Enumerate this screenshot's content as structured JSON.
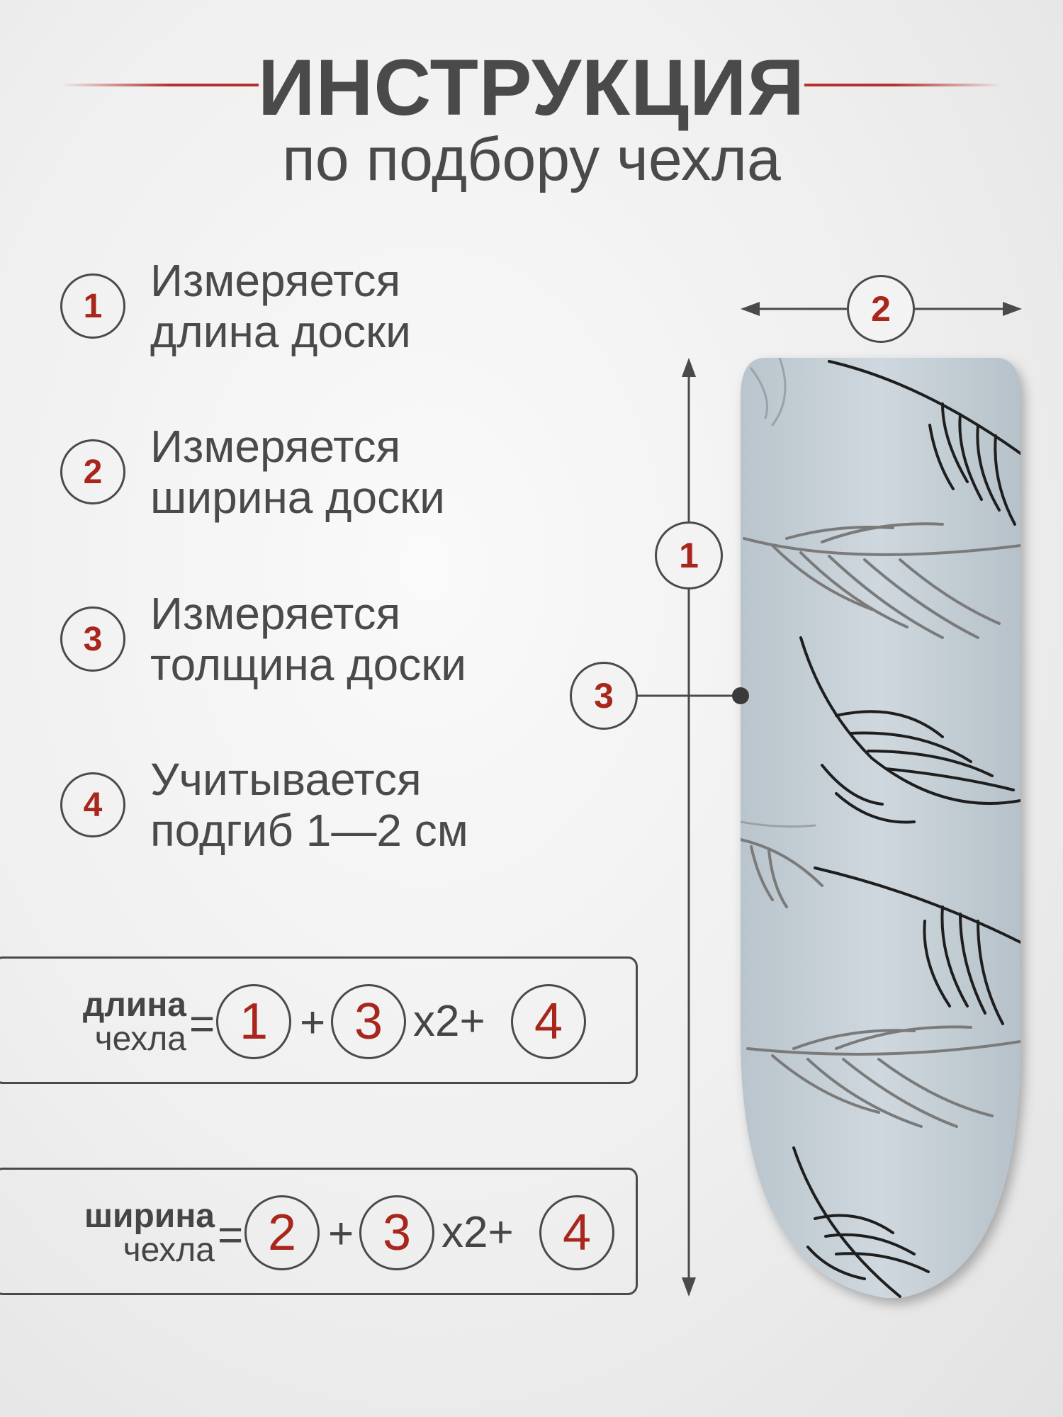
{
  "header": {
    "title": "ИНСТРУКЦИЯ",
    "subtitle": "по подбору чехла"
  },
  "steps": [
    {
      "num": "1",
      "line1": "Измеряется",
      "line2": "длина доски"
    },
    {
      "num": "2",
      "line1": "Измеряется",
      "line2": "ширина доски"
    },
    {
      "num": "3",
      "line1": "Измеряется",
      "line2": "толщина доски"
    },
    {
      "num": "4",
      "line1": "Учитывается",
      "line2": "подгиб 1—2 см"
    }
  ],
  "formulas": {
    "length": {
      "label_bold": "длина",
      "label_light": "чехла",
      "eq": "=",
      "a": "1",
      "plus1": "+",
      "b": "3",
      "times": "x2+",
      "c": "4"
    },
    "width": {
      "label_bold": "ширина",
      "label_light": "чехла",
      "eq": "=",
      "a": "2",
      "plus1": "+",
      "b": "3",
      "times": "x2+",
      "c": "4"
    }
  },
  "diagram": {
    "width_marker": "2",
    "length_marker": "1",
    "thickness_marker": "3"
  },
  "colors": {
    "accent_red": "#a8261c",
    "line_gray": "#4a4a4a",
    "board_fabric": "#c9d3da"
  }
}
